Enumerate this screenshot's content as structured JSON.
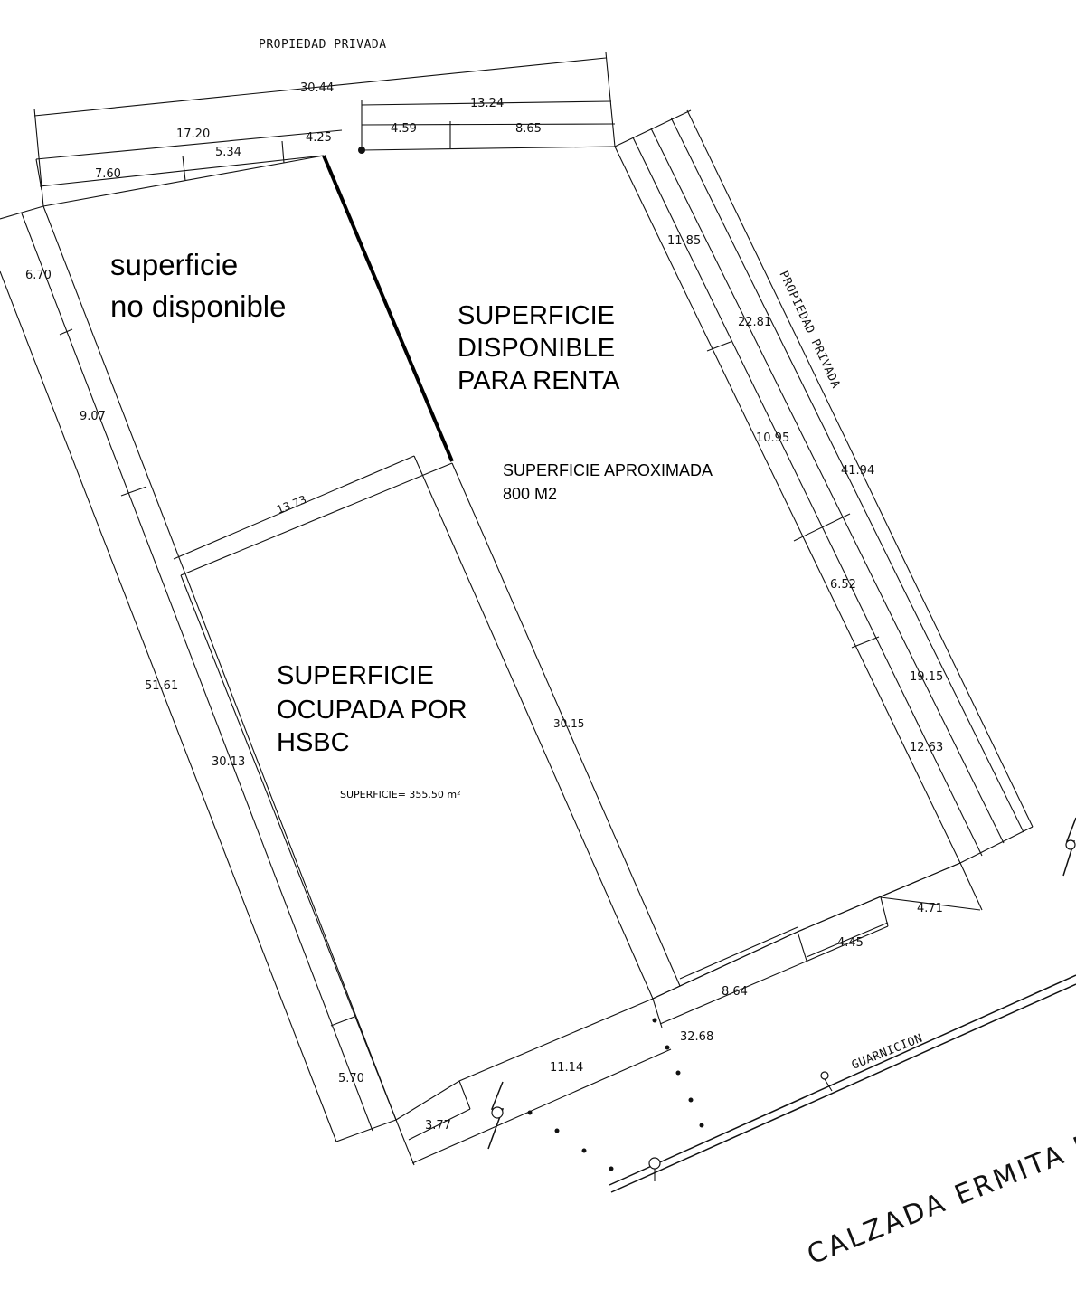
{
  "labels": {
    "top_neighbor": "PROPIEDAD PRIVADA",
    "right_neighbor": "PROPIEDAD PRIVADA",
    "unavailable": [
      "superficie",
      "no disponible"
    ],
    "rentable": [
      "SUPERFICIE",
      "DISPONIBLE",
      "PARA RENTA"
    ],
    "approx_area": [
      "SUPERFICIE APROXIMADA",
      "800 M2"
    ],
    "occupied": [
      "SUPERFICIE",
      "OCUPADA POR",
      "HSBC"
    ],
    "occupied_area": "SUPERFICIE= 355.50 m²",
    "curb": "GUARNICION",
    "street": "CALZADA ERMITA IZT"
  },
  "dimensions": {
    "top_total": "30.44",
    "top_right_segment": "13.24",
    "top_left_segment": "17.20",
    "top_a": "7.60",
    "top_b": "5.34",
    "top_c": "4.25",
    "top_d": "4.59",
    "top_e": "8.65",
    "right_a": "11.85",
    "right_b": "22.81",
    "right_c": "10.95",
    "right_total": "41.94",
    "right_d": "6.52",
    "right_e": "19.15",
    "right_f": "12.63",
    "left_a": "6.70",
    "left_b": "9.07",
    "left_total": "51.61",
    "left_c": "30.13",
    "left_d": "5.70",
    "mid_width": "13.73",
    "mid_depth": "30.15",
    "bottom_a": "4.71",
    "bottom_b": "4.45",
    "bottom_c": "8.64",
    "bottom_total": "32.68",
    "bottom_d": "11.14",
    "bottom_e": "3.77"
  }
}
